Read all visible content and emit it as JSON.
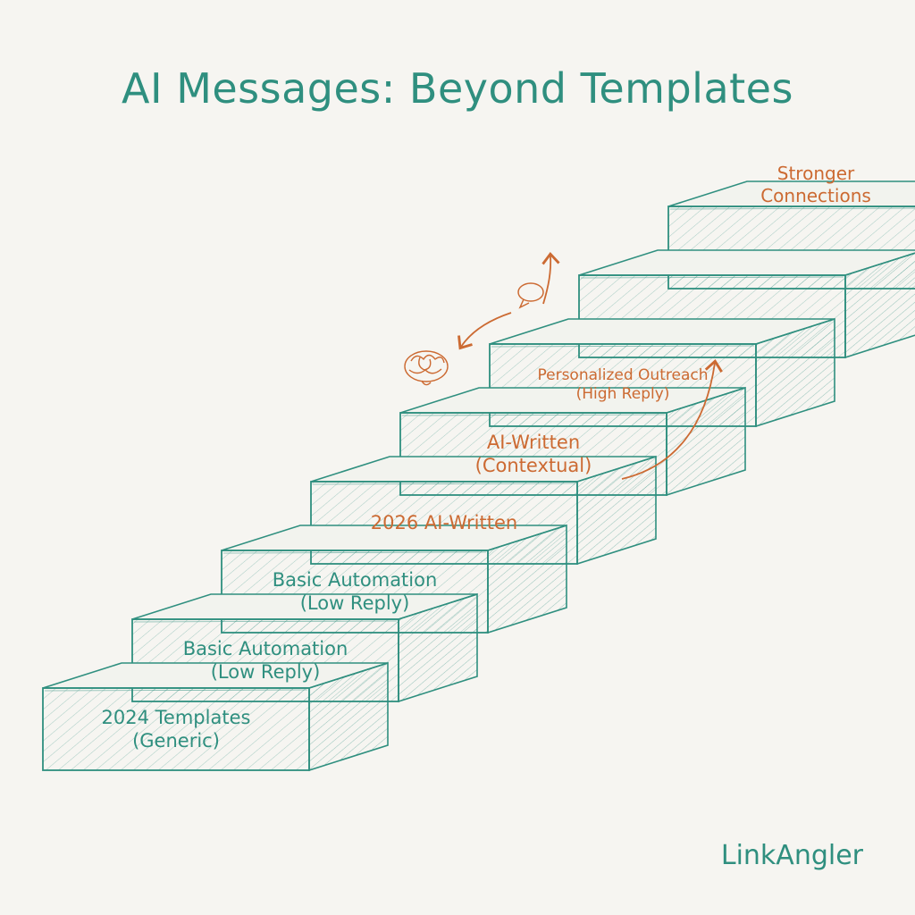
{
  "title": "AI Messages: Beyond Templates",
  "brand": "LinkAngler",
  "colors": {
    "teal": "#2f8f7f",
    "orange": "#cc6a32",
    "paper": "#f6f5f1"
  },
  "steps": [
    {
      "line1": "2024 Templates",
      "line2": "(Generic)",
      "tone": "teal"
    },
    {
      "line1": "Basic Automation",
      "line2": "(Low Reply)",
      "tone": "teal"
    },
    {
      "line1": "Basic Automation",
      "line2": "(Low Reply)",
      "tone": "teal"
    },
    {
      "line1": "2026 AI-Written",
      "line2": "",
      "tone": "orange"
    },
    {
      "line1": "AI-Written",
      "line2": "(Contextual)",
      "tone": "orange"
    },
    {
      "line1": "Personalized Outreach",
      "line2": "(High Reply)",
      "tone": "orange"
    },
    {
      "line1": "",
      "line2": "",
      "tone": "teal"
    },
    {
      "line1": "",
      "line2": "",
      "tone": "teal"
    }
  ],
  "goal": {
    "line1": "Stronger",
    "line2": "Connections"
  },
  "icons": [
    "brain-icon",
    "speech-bubble-icon",
    "curved-arrow-icon"
  ]
}
